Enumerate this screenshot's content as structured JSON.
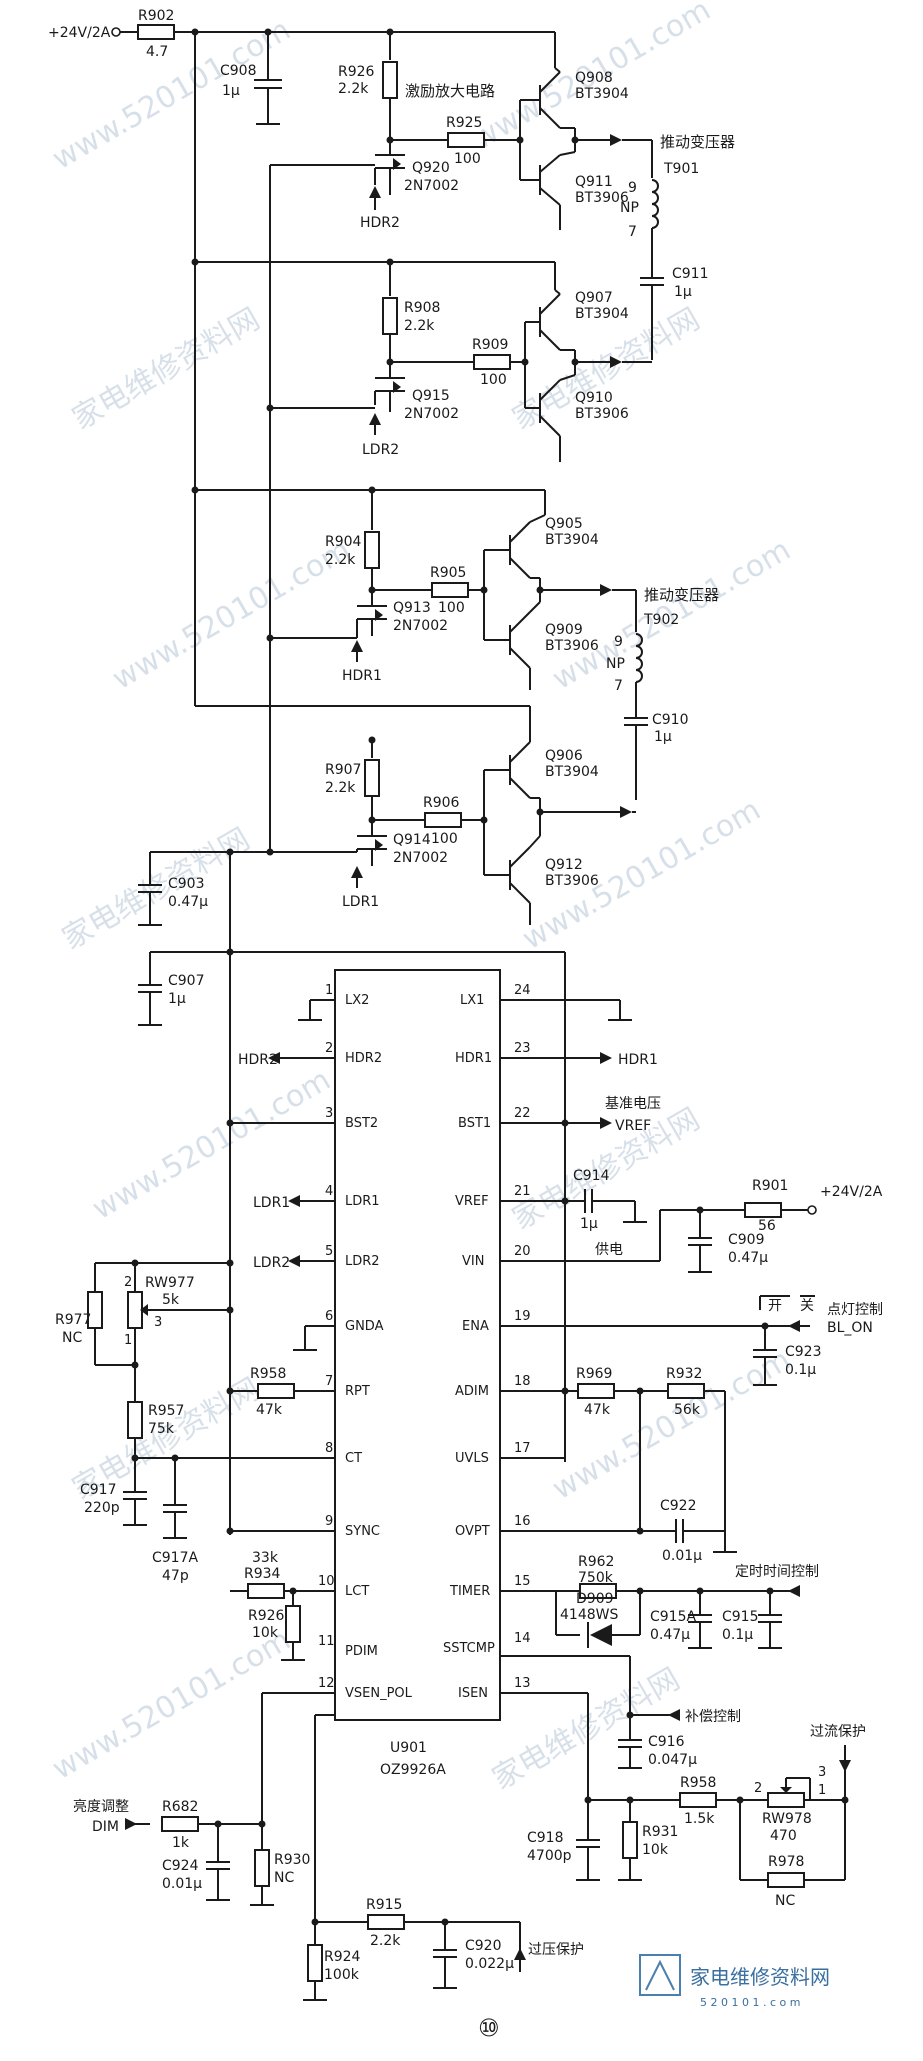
{
  "supply": {
    "label": "+24V/2A"
  },
  "watermark": {
    "text": "www.520101.com",
    "cn": "家电维修资料网"
  },
  "labels": {
    "drive_stage": "激励放大电路",
    "xfmr": "推动变压器",
    "vref_note": "基准电压",
    "supply_note": "供电",
    "onoff": "开",
    "onoff2": "关",
    "light_ctrl": "点灯控制",
    "timer_ctrl": "定时时间控制",
    "comp_ctrl": "补偿控制",
    "ocp": "过流保护",
    "ovp": "过压保护",
    "brightness": "亮度调整",
    "page_num": "⑩",
    "logo_text": "家电维修资料网",
    "logo_url": "5 2 0 1 0 1 . c o m"
  },
  "nets": {
    "hdr1": "HDR1",
    "hdr2": "HDR2",
    "ldr1": "LDR1",
    "ldr2": "LDR2",
    "vref": "VREF",
    "bl_on": "BL_ON",
    "dim": "DIM",
    "np": "NP",
    "pin9": "9",
    "pin7": "7"
  },
  "components": {
    "R902": {
      "ref": "R902",
      "value": "4.7"
    },
    "C908": {
      "ref": "C908",
      "value": "1μ"
    },
    "R926a": {
      "ref": "R926",
      "value": "2.2k"
    },
    "R925": {
      "ref": "R925",
      "value": "100"
    },
    "Q908": {
      "ref": "Q908",
      "value": "BT3904"
    },
    "Q911": {
      "ref": "Q911",
      "value": "BT3906"
    },
    "Q920": {
      "ref": "Q920",
      "value": "2N7002"
    },
    "T901": {
      "ref": "T901"
    },
    "C911": {
      "ref": "C911",
      "value": "1μ"
    },
    "R908": {
      "ref": "R908",
      "value": "2.2k"
    },
    "R909": {
      "ref": "R909",
      "value": "100"
    },
    "Q907": {
      "ref": "Q907",
      "value": "BT3904"
    },
    "Q910": {
      "ref": "Q910",
      "value": "BT3906"
    },
    "Q915": {
      "ref": "Q915",
      "value": "2N7002"
    },
    "R904": {
      "ref": "R904",
      "value": "2.2k"
    },
    "R905": {
      "ref": "R905",
      "value": "100"
    },
    "Q905": {
      "ref": "Q905",
      "value": "BT3904"
    },
    "Q909": {
      "ref": "Q909",
      "value": "BT3906"
    },
    "Q913": {
      "ref": "Q913",
      "value": "2N7002"
    },
    "T902": {
      "ref": "T902"
    },
    "C910": {
      "ref": "C910",
      "value": "1μ"
    },
    "R907": {
      "ref": "R907",
      "value": "2.2k"
    },
    "R906": {
      "ref": "R906",
      "value": "100"
    },
    "Q906": {
      "ref": "Q906",
      "value": "BT3904"
    },
    "Q912": {
      "ref": "Q912",
      "value": "BT3906"
    },
    "Q914": {
      "ref": "Q914",
      "value": "2N7002"
    },
    "C903": {
      "ref": "C903",
      "value": "0.47μ"
    },
    "C907": {
      "ref": "C907",
      "value": "1μ"
    },
    "RW977": {
      "ref": "RW977",
      "value": "5k"
    },
    "R977": {
      "ref": "R977",
      "value": "NC"
    },
    "R957": {
      "ref": "R957",
      "value": "75k"
    },
    "C917": {
      "ref": "C917",
      "value": "220p"
    },
    "C917A": {
      "ref": "C917A",
      "value": "47p"
    },
    "R958a": {
      "ref": "R958",
      "value": "47k"
    },
    "R934": {
      "ref": "R934",
      "value": "33k"
    },
    "R926b": {
      "ref": "R926",
      "value": "10k"
    },
    "R682": {
      "ref": "R682",
      "value": "1k"
    },
    "C924": {
      "ref": "C924",
      "value": "0.01μ"
    },
    "R930": {
      "ref": "R930",
      "value": "NC"
    },
    "R915": {
      "ref": "R915",
      "value": "2.2k"
    },
    "R924": {
      "ref": "R924",
      "value": "100k"
    },
    "C920": {
      "ref": "C920",
      "value": "0.022μ"
    },
    "C914": {
      "ref": "C914",
      "value": "1μ"
    },
    "R901": {
      "ref": "R901",
      "value": "56"
    },
    "C909": {
      "ref": "C909",
      "value": "0.47μ"
    },
    "C923": {
      "ref": "C923",
      "value": "0.1μ"
    },
    "R969": {
      "ref": "R969",
      "value": "47k"
    },
    "R932": {
      "ref": "R932",
      "value": "56k"
    },
    "C922": {
      "ref": "C922",
      "value": "0.01μ"
    },
    "R962": {
      "ref": "R962",
      "value": "750k"
    },
    "D909": {
      "ref": "D909",
      "value": "4148WS"
    },
    "C915A": {
      "ref": "C915A",
      "value": "0.47μ"
    },
    "C915": {
      "ref": "C915",
      "value": "0.1μ"
    },
    "C916": {
      "ref": "C916",
      "value": "0.047μ"
    },
    "C918": {
      "ref": "C918",
      "value": "4700p"
    },
    "R931": {
      "ref": "R931",
      "value": "10k"
    },
    "R958b": {
      "ref": "R958",
      "value": "1.5k"
    },
    "RW978": {
      "ref": "RW978",
      "value": "470"
    },
    "R978": {
      "ref": "R978",
      "value": "NC"
    }
  },
  "ic": {
    "ref": "U901",
    "part": "OZ9926A",
    "left_pins": [
      {
        "num": "1",
        "name": "LX2"
      },
      {
        "num": "2",
        "name": "HDR2"
      },
      {
        "num": "3",
        "name": "BST2"
      },
      {
        "num": "4",
        "name": "LDR1"
      },
      {
        "num": "5",
        "name": "LDR2"
      },
      {
        "num": "6",
        "name": "GNDA"
      },
      {
        "num": "7",
        "name": "RPT"
      },
      {
        "num": "8",
        "name": "CT"
      },
      {
        "num": "9",
        "name": "SYNC"
      },
      {
        "num": "10",
        "name": "LCT"
      },
      {
        "num": "11",
        "name": "PDIM"
      },
      {
        "num": "12",
        "name": "VSEN_POL"
      }
    ],
    "right_pins": [
      {
        "num": "24",
        "name": "LX1"
      },
      {
        "num": "23",
        "name": "HDR1"
      },
      {
        "num": "22",
        "name": "BST1"
      },
      {
        "num": "21",
        "name": "VREF"
      },
      {
        "num": "20",
        "name": "VIN"
      },
      {
        "num": "19",
        "name": "ENA"
      },
      {
        "num": "18",
        "name": "ADIM"
      },
      {
        "num": "17",
        "name": "UVLS"
      },
      {
        "num": "16",
        "name": "OVPT"
      },
      {
        "num": "15",
        "name": "TIMER"
      },
      {
        "num": "14",
        "name": "SSTCMP"
      },
      {
        "num": "13",
        "name": "ISEN"
      }
    ]
  }
}
